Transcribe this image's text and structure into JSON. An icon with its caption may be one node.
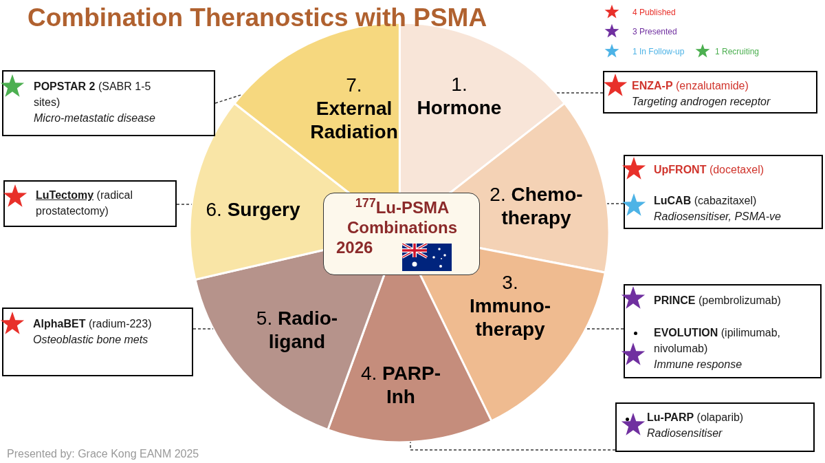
{
  "diagram": {
    "title": "Combination Theranostics with PSMA",
    "nodes": [
      {
        "text": [
          "1. **Hormone**"
        ]
      },
      {
        "text": [
          "2. **Chemo-therapy**"
        ]
      },
      {
        "text": [
          "3. **Immuno-therapy**"
        ]
      },
      {
        "text": [
          "4. **PARP-Inh**"
        ]
      },
      {
        "text": [
          "5. **Radio-ligand**"
        ]
      },
      {
        "text": [
          "6. **Surgery**"
        ]
      },
      {
        "text": [
          "7. **External Radiation**"
        ]
      },
      {
        "text": [
          "$^{177}$Lu-PSMA Combinations 2026"
        ]
      },
      {
        "text": [
          "**ENZA-P** (enzalutamide)",
          "Targeting androgen receptor"
        ]
      },
      {
        "text": [
          "**UpFRONT** (docetaxel)",
          "**LuCAB** (cabazitaxel)",
          "Radiosensitiser, PSMA-ve"
        ]
      },
      {
        "text": [
          "**PRINCE** (pembrolizumab)",
          "**EVOLUTION** (ipilimumab, nivolumab)",
          "Immune response"
        ]
      },
      {
        "text": [
          "**Lu-PARP** (olaparib)",
          "Radiosensitiser"
        ]
      },
      {
        "text": [
          "**POPSTAR 2** (SABR 1-5 sites)",
          "Micro-metastatic disease"
        ]
      },
      {
        "text": [
          "**LuTectomy** (radical prostatectomy)"
        ]
      },
      {
        "text": [
          "**AlphaBET** (radium-223)",
          "Osteoblastic bone mets"
        ]
      }
    ],
    "edges": [
      {
        "from": 8,
        "to": 0,
        "arrow": "none",
        "style": "dashed"
      },
      {
        "from": 9,
        "to": 1,
        "arrow": "none",
        "style": "dashed"
      },
      {
        "from": 10,
        "to": 2,
        "arrow": "none",
        "style": "dashed"
      },
      {
        "from": 11,
        "to": 3,
        "arrow": "none",
        "style": "dashed"
      },
      {
        "from": 14,
        "to": 4,
        "arrow": "none",
        "style": "dashed"
      },
      {
        "from": 13,
        "to": 5,
        "arrow": "none",
        "style": "dashed"
      },
      {
        "from": 12,
        "to": 6,
        "arrow": "none",
        "style": "dashed"
      }
    ],
    "labels": [
      "Presented by: Grace Kong EANM 2025"
    ],
    "legend": [
      {
        "text": "4 Published",
        "color": "#e8302a"
      },
      {
        "text": "3 Presented",
        "color": "#7030a0"
      },
      {
        "text": "1 In Follow-up",
        "color": "#4db3e6"
      },
      {
        "text": "1 Recruiting",
        "color": "#4caf50"
      }
    ]
  }
}
